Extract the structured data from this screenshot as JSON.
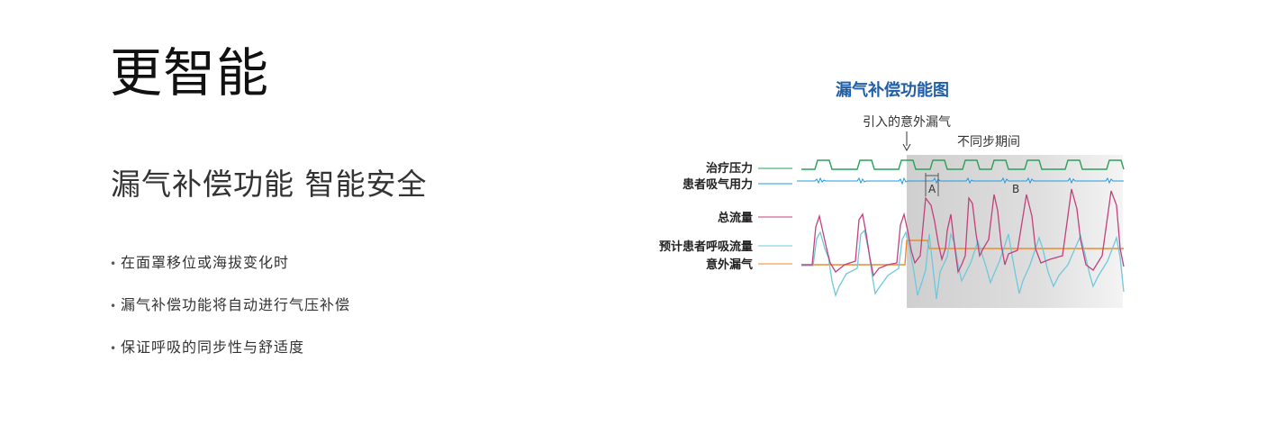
{
  "heading": "更智能",
  "subheading": "漏气补偿功能 智能安全",
  "bullet_marker": "•",
  "bullets": [
    "在面罩移位或海拔变化时",
    "漏气补偿功能将自动进行气压补偿",
    "保证呼吸的同步性与舒适度"
  ],
  "diagram": {
    "title": "漏气补偿功能图",
    "annotations": {
      "unexpected_leak": "引入的意外漏气",
      "async_period": "不同步期间",
      "marker_a": "A",
      "marker_b": "B"
    },
    "signals": [
      {
        "label": "治疗压力",
        "color": "#2aa25a"
      },
      {
        "label": "患者吸气用力",
        "color": "#1e9be0"
      },
      {
        "label": "总流量",
        "color": "#c2407c"
      },
      {
        "label": "预计患者呼吸流量",
        "color": "#6fc8dc"
      },
      {
        "label": "意外漏气",
        "color": "#ee8a2c"
      }
    ],
    "title_color": "#1f5fa8",
    "shade_color": "#d9d9d9"
  }
}
